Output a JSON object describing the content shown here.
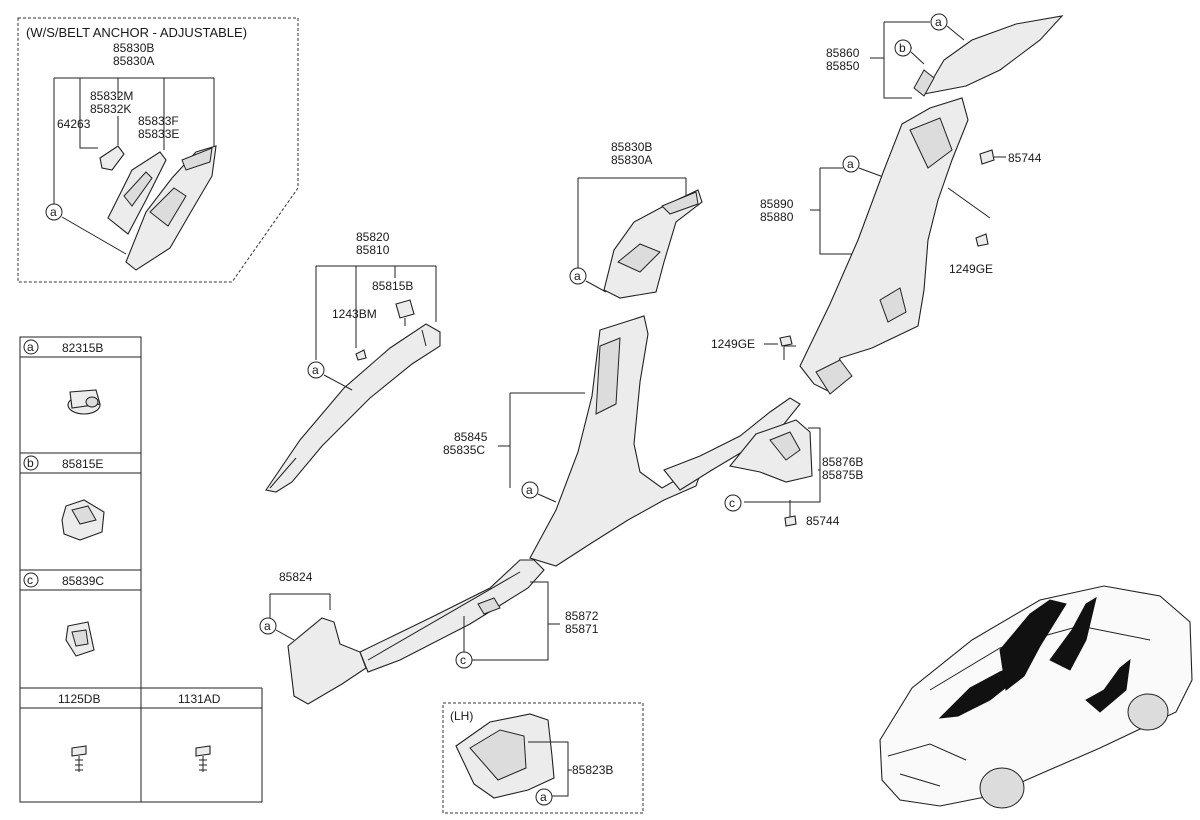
{
  "inset_topleft": {
    "heading": "(W/S/BELT ANCHOR - ADJUSTABLE)",
    "label_85830": [
      "85830B",
      "85830A"
    ],
    "label_85832": [
      "85832M",
      "85832K"
    ],
    "label_64263": "64263",
    "label_85833": [
      "85833F",
      "85833E"
    ],
    "callout": "a"
  },
  "inset_lh": {
    "heading": "(LH)",
    "label": "85823B",
    "callout": "a"
  },
  "legend": {
    "cells": [
      {
        "letter": "a",
        "code": "82315B"
      },
      {
        "letter": "b",
        "code": "85815E"
      },
      {
        "letter": "c",
        "code": "85839C"
      }
    ],
    "bottom": [
      "1125DB",
      "1131AD"
    ]
  },
  "labels": {
    "a_pillar": [
      "85820",
      "85810"
    ],
    "clip_85815b": "85815B",
    "screw_1243bm": "1243BM",
    "b_pillar_upper": [
      "85830B",
      "85830A"
    ],
    "b_pillar_lower": [
      "85845",
      "85835C"
    ],
    "c_pillar": [
      "85890",
      "85880"
    ],
    "rear_upper": [
      "85860",
      "85850"
    ],
    "clip_85744_top": "85744",
    "screw_1249ge_right": "1249GE",
    "screw_1249ge_mid": "1249GE",
    "wheel_house": [
      "85876B",
      "85875B"
    ],
    "clip_85744_bottom": "85744",
    "scuff_front": "85824",
    "scuff_rear": [
      "85872",
      "85871"
    ]
  },
  "callouts": {
    "a": "a",
    "b": "b",
    "c": "c"
  },
  "icons": [
    "clip-82315b-icon",
    "clip-85815e-icon",
    "clip-85839c-icon",
    "screw-1125db-icon",
    "screw-1131ad-icon",
    "car-locator-icon"
  ]
}
